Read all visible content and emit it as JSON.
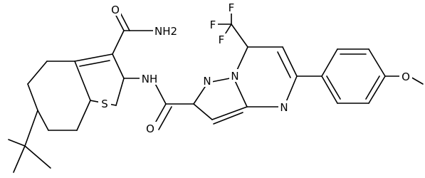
{
  "molecule": {
    "atoms": {
      "amide_o": "O",
      "amide_nh2": "NH2",
      "nh_linker": "NH",
      "thiophene_s": "S",
      "carbonyl_o": "O",
      "pyrazole_n1": "N",
      "pyrazole_n2": "N",
      "pyrimidine_n": "N",
      "methoxy_o": "O",
      "cf3_f1": "F",
      "cf3_f2": "F",
      "cf3_f3": "F"
    }
  }
}
